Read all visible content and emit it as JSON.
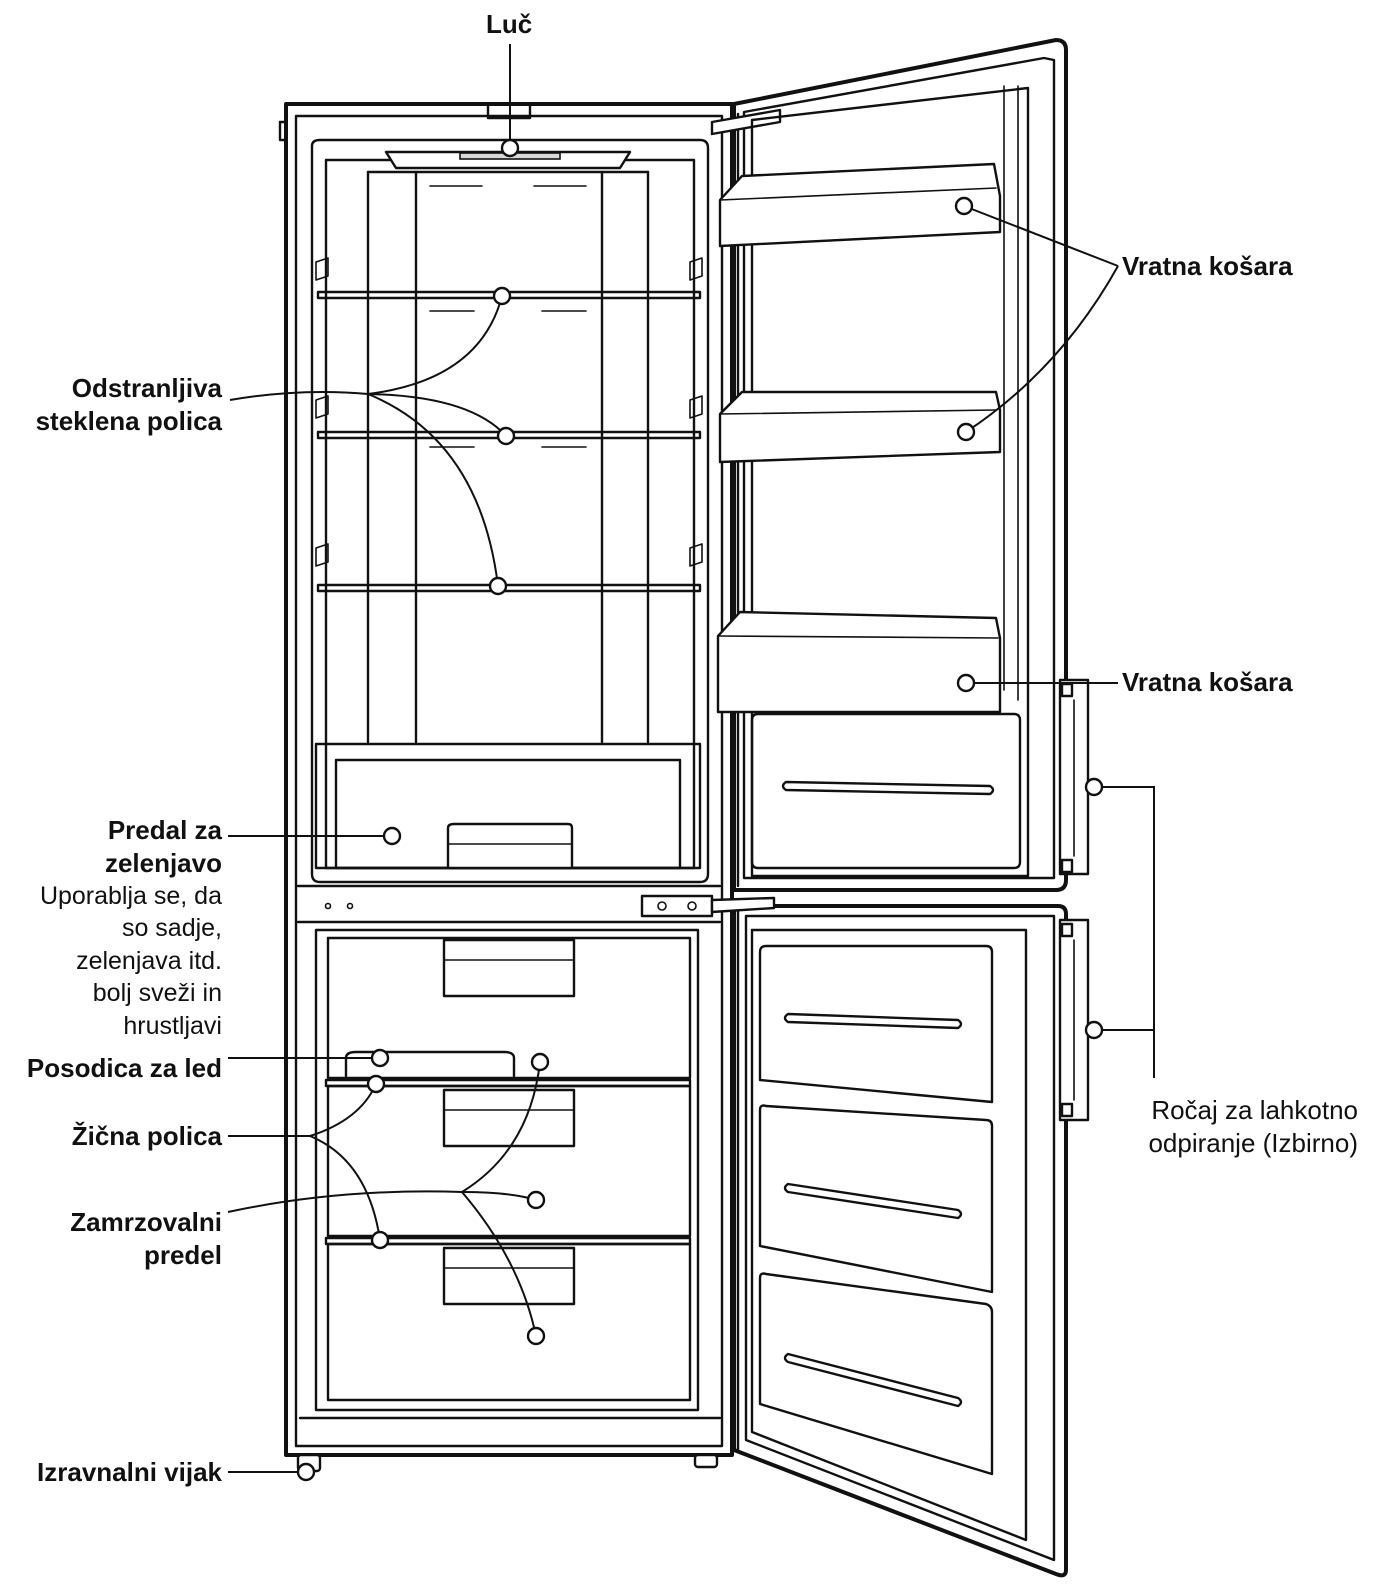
{
  "labels": {
    "light": "Luč",
    "door_basket_upper": "Vratna košara",
    "door_basket_lower": "Vratna košara",
    "glass_shelf_line1": "Odstranljiva",
    "glass_shelf_line2": "steklena polica",
    "vegetable_drawer_line1": "Predal za",
    "vegetable_drawer_line2": "zelenjavo",
    "vegetable_desc_line1": "Uporablja se, da",
    "vegetable_desc_line2": "so sadje,",
    "vegetable_desc_line3": "zelenjava itd.",
    "vegetable_desc_line4": "bolj sveži in",
    "vegetable_desc_line5": "hrustljavi",
    "ice_tray": "Posodica za led",
    "wire_shelf": "Žična polica",
    "freezer_line1": "Zamrzovalni",
    "freezer_line2": "predel",
    "handle_line1": "Ročaj za lahkotno",
    "handle_line2": "odpiranje (Izbirno)",
    "leveling_screw": "Izravnalni vijak"
  },
  "colors": {
    "line": "#111111",
    "background": "#ffffff"
  }
}
